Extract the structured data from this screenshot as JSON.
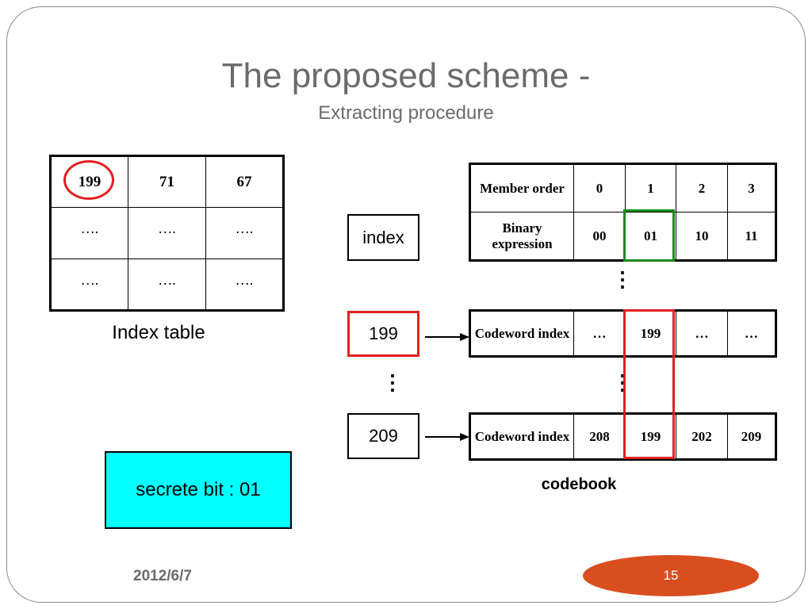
{
  "slide": {
    "title": "The proposed scheme -",
    "subtitle": "Extracting procedure",
    "footer_date": "2012/6/7",
    "page_number": "15"
  },
  "index_table": {
    "rows": [
      [
        "199",
        "71",
        "67"
      ],
      [
        "….",
        "….",
        "…."
      ],
      [
        "….",
        "….",
        "…."
      ]
    ],
    "label": "Index table",
    "highlight_color": "#e02020"
  },
  "index_boxes": {
    "header": "index",
    "first": "199",
    "vdots": "⋮",
    "second": "209"
  },
  "secret_box": {
    "text": "secrete bit : 01",
    "color": "#00ffff"
  },
  "member_table": {
    "row1": [
      "Member order",
      "0",
      "1",
      "2",
      "3"
    ],
    "row2": [
      "Binary expression",
      "00",
      "01",
      "10",
      "11"
    ],
    "highlight_color": "#1a8a1a"
  },
  "codeword_table_1": {
    "cells": [
      "Codeword index",
      "…",
      "199",
      "…",
      "…"
    ]
  },
  "codeword_table_2": {
    "cells": [
      "Codeword index",
      "208",
      "199",
      "202",
      "209"
    ]
  },
  "codebook": {
    "label": "codebook",
    "vdots_top": "⋮",
    "vdots_mid": "⋮",
    "highlight_color": "#e02020"
  },
  "colors": {
    "title_gray": "#6b6b6b",
    "accent_orange": "#d94e1f"
  }
}
